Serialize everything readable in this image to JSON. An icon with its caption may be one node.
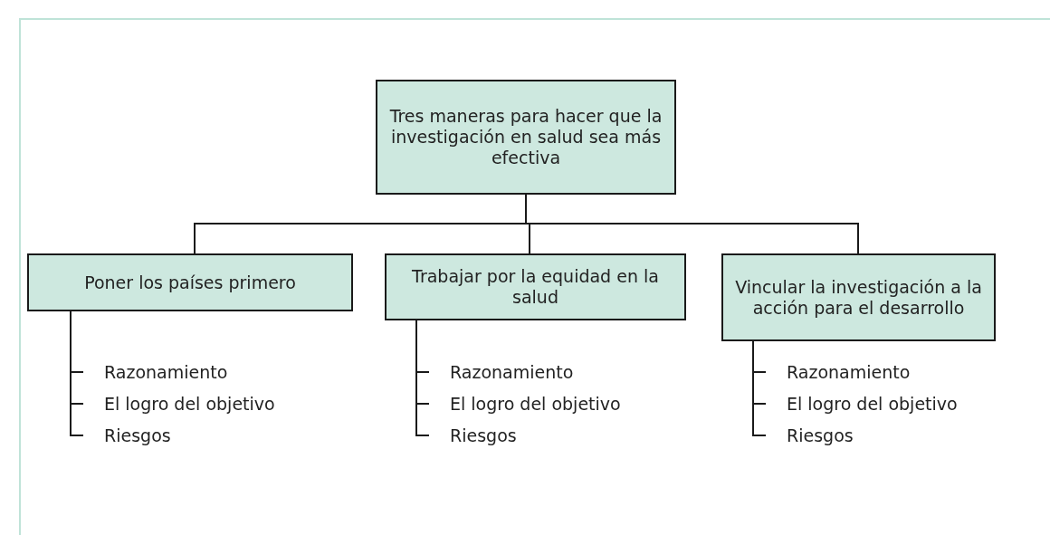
{
  "diagram": {
    "nodes": [
      {
        "text": [
          "Tres maneras para hacer que la investigación en salud sea más efectiva"
        ]
      },
      {
        "text": [
          "Poner los países primero"
        ]
      },
      {
        "text": [
          "Trabajar por la equidad en la salud"
        ]
      },
      {
        "text": [
          "Vincular la investigación a la acción para el desarrollo"
        ]
      },
      {
        "text": [
          "Razonamiento"
        ]
      },
      {
        "text": [
          "El logro del objetivo"
        ]
      },
      {
        "text": [
          "Riesgos"
        ]
      },
      {
        "text": [
          "Razonamiento"
        ]
      },
      {
        "text": [
          "El logro del objetivo"
        ]
      },
      {
        "text": [
          "Riesgos"
        ]
      },
      {
        "text": [
          "Razonamiento"
        ]
      },
      {
        "text": [
          "El logro del objetivo"
        ]
      },
      {
        "text": [
          "Riesgos"
        ]
      }
    ],
    "edges": [
      {
        "from": 0,
        "to": 1,
        "arrow": "none"
      },
      {
        "from": 0,
        "to": 2,
        "arrow": "none"
      },
      {
        "from": 0,
        "to": 3,
        "arrow": "none"
      },
      {
        "from": 1,
        "to": 4,
        "arrow": "none"
      },
      {
        "from": 1,
        "to": 5,
        "arrow": "none"
      },
      {
        "from": 1,
        "to": 6,
        "arrow": "none"
      },
      {
        "from": 2,
        "to": 7,
        "arrow": "none"
      },
      {
        "from": 2,
        "to": 8,
        "arrow": "none"
      },
      {
        "from": 2,
        "to": 9,
        "arrow": "none"
      },
      {
        "from": 3,
        "to": 10,
        "arrow": "none"
      },
      {
        "from": 3,
        "to": 11,
        "arrow": "none"
      },
      {
        "from": 3,
        "to": 12,
        "arrow": "none"
      }
    ]
  }
}
